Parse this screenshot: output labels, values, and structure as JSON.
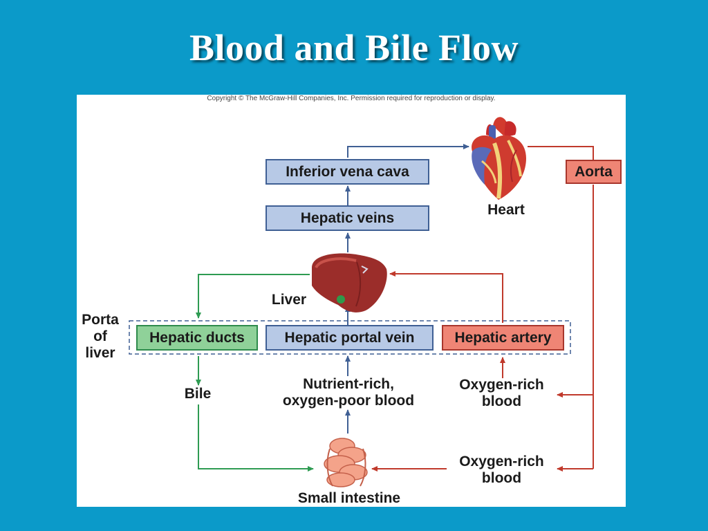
{
  "slide": {
    "title": "Blood and Bile Flow"
  },
  "figure": {
    "copyright": "Copyright © The McGraw-Hill Companies, Inc. Permission required for reproduction or display.",
    "boxes": {
      "inferior_vena_cava": "Inferior vena cava",
      "hepatic_veins": "Hepatic veins",
      "aorta": "Aorta",
      "hepatic_ducts": "Hepatic ducts",
      "hepatic_portal_vein": "Hepatic portal vein",
      "hepatic_artery": "Hepatic artery"
    },
    "labels": {
      "heart": "Heart",
      "liver": "Liver",
      "porta_line1": "Porta",
      "porta_line2": "of",
      "porta_line3": "liver",
      "bile": "Bile",
      "nutrient_line1": "Nutrient-rich,",
      "nutrient_line2": "oxygen-poor blood",
      "oxygen_rich_1_line1": "Oxygen-rich",
      "oxygen_rich_1_line2": "blood",
      "oxygen_rich_2_line1": "Oxygen-rich",
      "oxygen_rich_2_line2": "blood",
      "small_intestine": "Small intestine"
    },
    "colors": {
      "blue_arrow": "#3f5f94",
      "red_arrow": "#c0392b",
      "green_arrow": "#2e9b52",
      "blue_box": "#b7c9e6",
      "green_box": "#8fd199",
      "red_box": "#ef8575",
      "background": "#0b9ac9"
    }
  }
}
